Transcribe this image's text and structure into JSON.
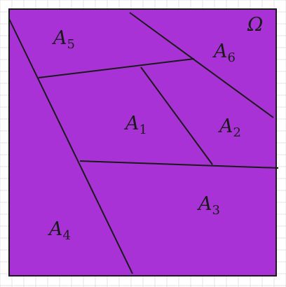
{
  "diagram": {
    "domain_label": "Ω",
    "regions": [
      {
        "id": "A5",
        "letter": "A",
        "index": "5"
      },
      {
        "id": "A6",
        "letter": "A",
        "index": "6"
      },
      {
        "id": "A1",
        "letter": "A",
        "index": "1"
      },
      {
        "id": "A2",
        "letter": "A",
        "index": "2"
      },
      {
        "id": "A3",
        "letter": "A",
        "index": "3"
      },
      {
        "id": "A4",
        "letter": "A",
        "index": "4"
      }
    ],
    "colors": {
      "fill": "#a932d6",
      "stroke": "#1a1a1a",
      "grid": "#e3e3e3",
      "background": "#ffffff"
    }
  }
}
